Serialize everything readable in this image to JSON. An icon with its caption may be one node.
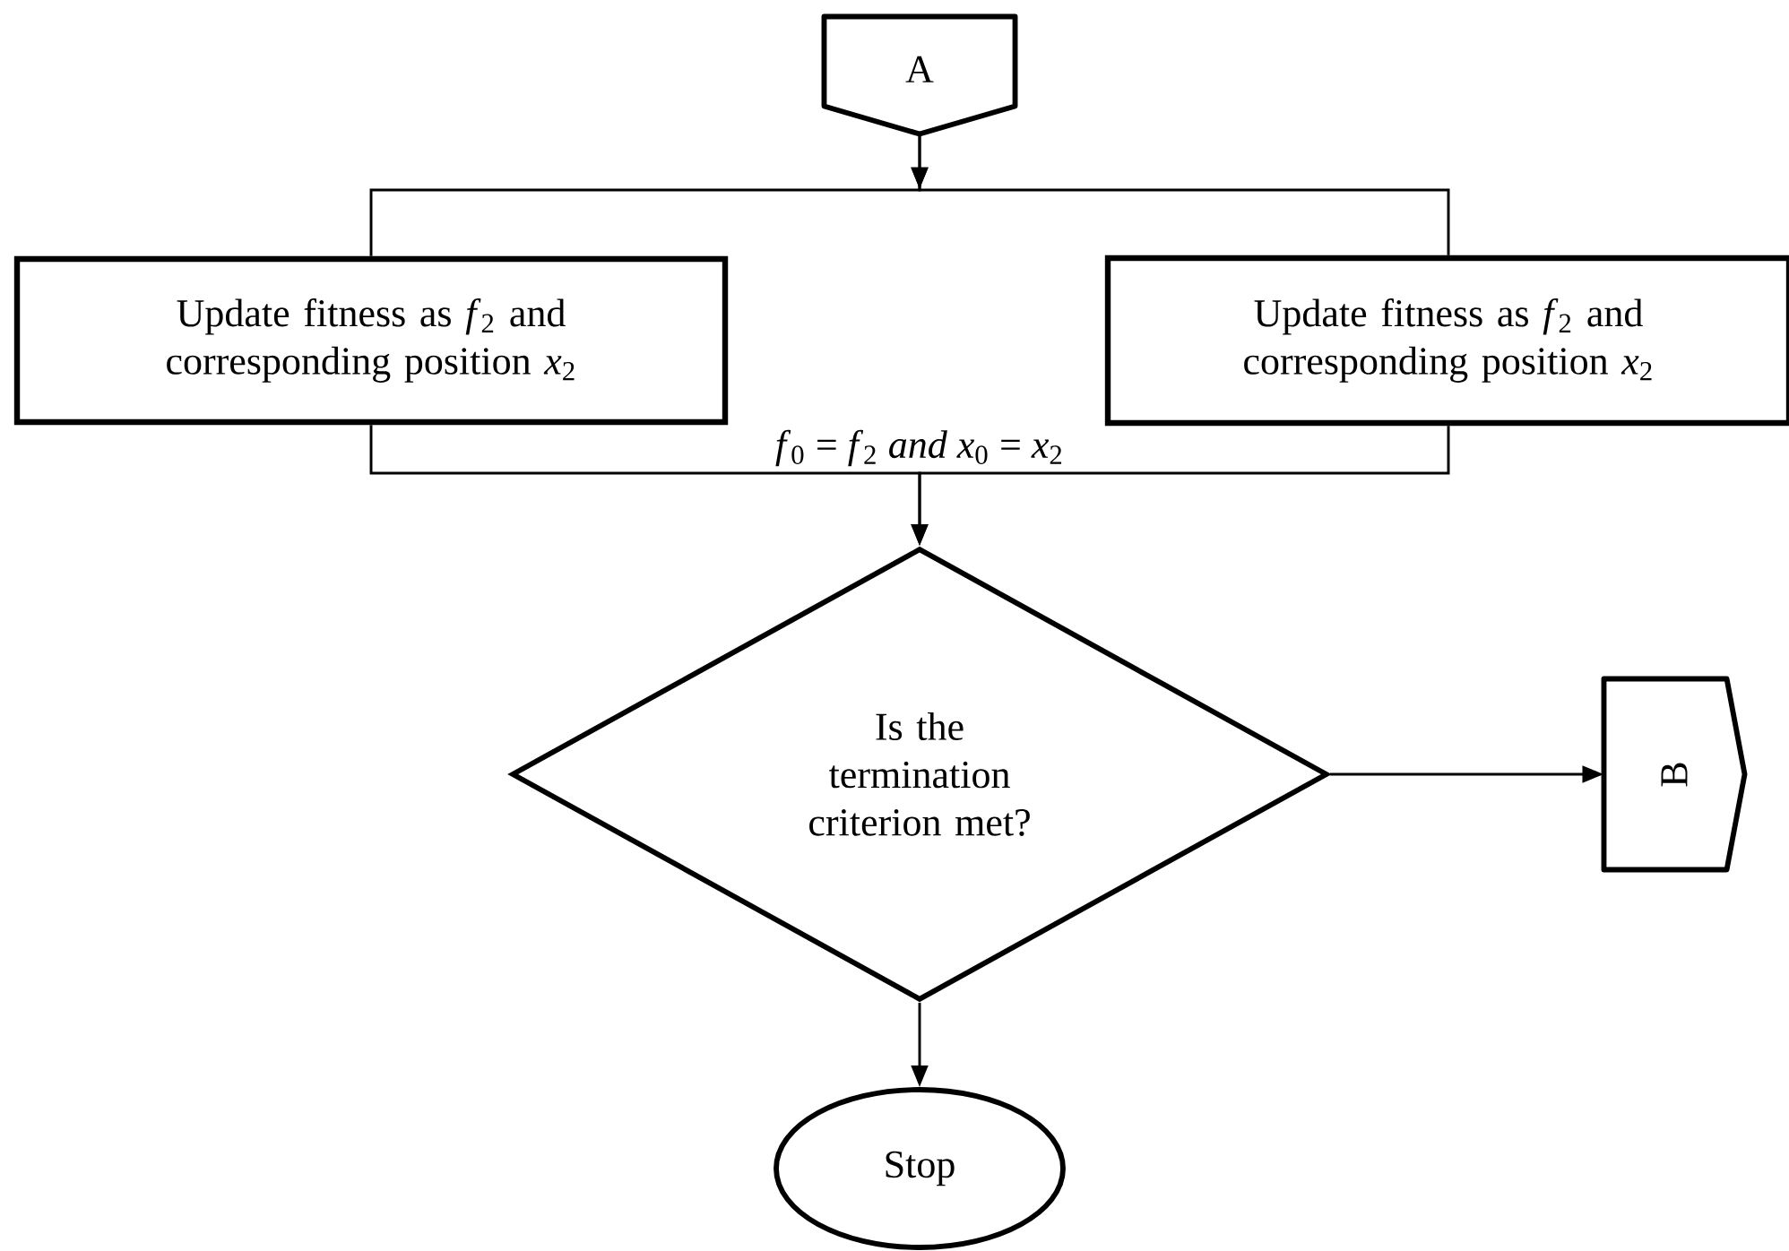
{
  "diagram": {
    "nodes": [
      {
        "text": [
          "A"
        ]
      },
      {
        "text": [
          "Update fitness as *f*$_{2}$ and corresponding position *x*$_{2}$"
        ]
      },
      {
        "text": [
          "Update fitness as *f*$_{2}$ and corresponding position *x*$_{2}$"
        ]
      },
      {
        "text": [
          "Is the termination criterion met?"
        ]
      },
      {
        "text": [
          "B"
        ]
      },
      {
        "text": [
          "Stop"
        ]
      }
    ],
    "edges": [
      {
        "from": 0,
        "to": 1,
        "arrow": "to"
      },
      {
        "from": 0,
        "to": 2,
        "arrow": "to"
      },
      {
        "from": 1,
        "to": 3,
        "arrow": "to",
        "label": "*f*$_{0}$ = *f*$_{2}$ *and x*$_{0}$ = *x*$_{2}$"
      },
      {
        "from": 2,
        "to": 3,
        "arrow": "to"
      },
      {
        "from": 3,
        "to": 4,
        "arrow": "to"
      },
      {
        "from": 3,
        "to": 5,
        "arrow": "to"
      }
    ]
  }
}
